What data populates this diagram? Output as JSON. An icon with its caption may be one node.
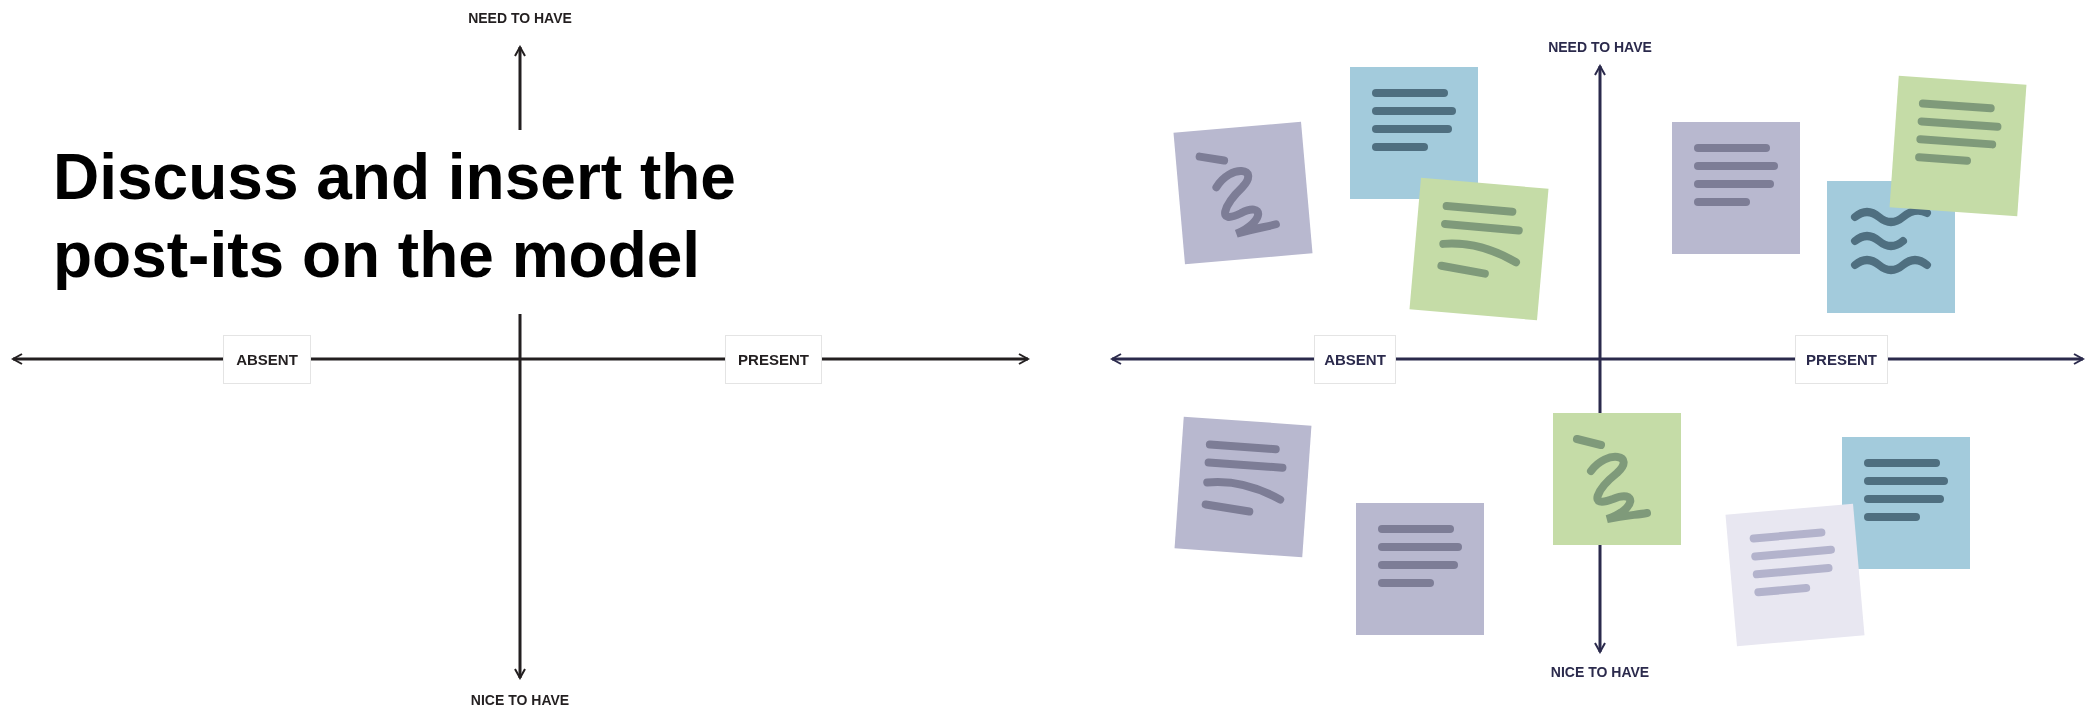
{
  "diagram": {
    "title": "Discuss and insert the post-its on the model",
    "nodes": [
      {
        "text": [
          "ABSENT"
        ]
      },
      {
        "text": [
          "PRESENT"
        ]
      },
      {
        "text": [
          "ABSENT"
        ]
      },
      {
        "text": [
          "PRESENT"
        ]
      }
    ],
    "labels": [
      "NEED TO HAVE",
      "NICE TO HAVE",
      "NEED TO HAVE",
      "NICE TO HAVE"
    ]
  }
}
